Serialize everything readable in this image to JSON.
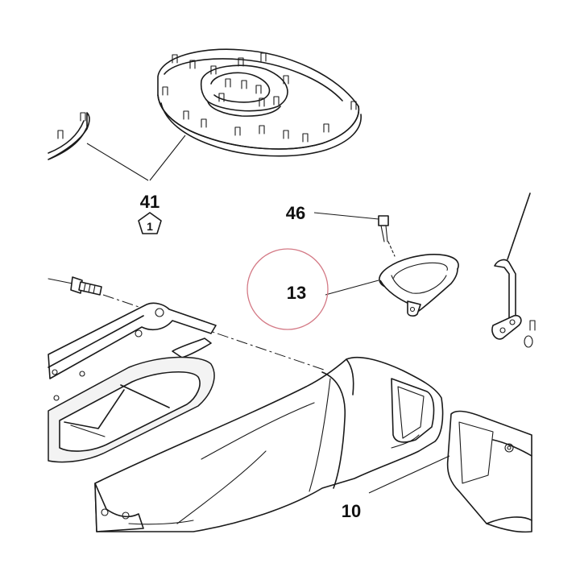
{
  "callouts": {
    "part_41": "41",
    "part_41_sub": "1",
    "part_46": "46",
    "part_13": "13",
    "part_10": "10"
  },
  "colors": {
    "line": "#1a1a1a",
    "highlight_circle": "#d47a86",
    "background": "#ffffff"
  }
}
